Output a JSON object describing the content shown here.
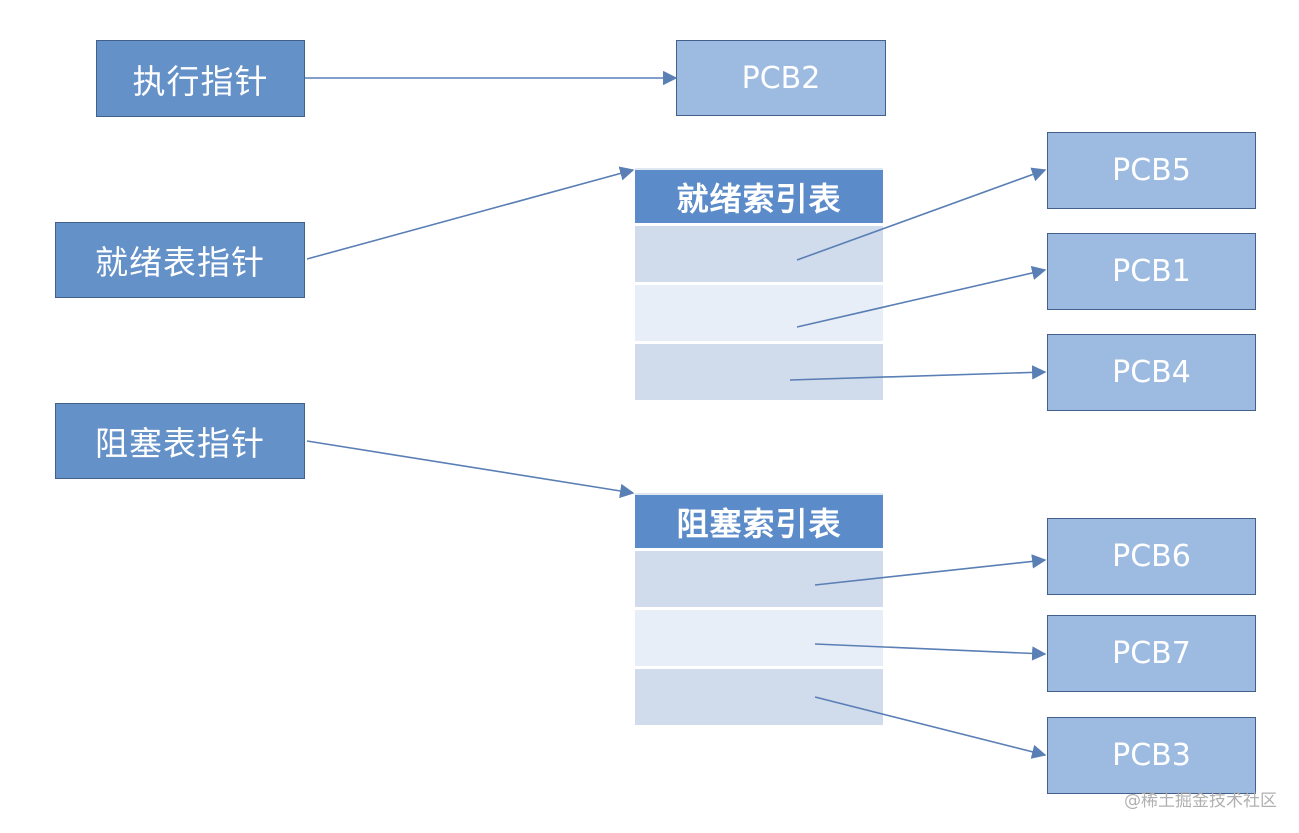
{
  "pointers": {
    "exec": "执行指针",
    "ready": "就绪表指针",
    "blocked": "阻塞表指针"
  },
  "tables": {
    "ready_title": "就绪索引表",
    "blocked_title": "阻塞索引表"
  },
  "pcbs": {
    "pcb2": "PCB2",
    "pcb5": "PCB5",
    "pcb1": "PCB1",
    "pcb4": "PCB4",
    "pcb6": "PCB6",
    "pcb7": "PCB7",
    "pcb3": "PCB3"
  },
  "watermark": "@稀土掘金技术社区",
  "colors": {
    "pointer_fill": "#6591c9",
    "pcb_fill": "#9dbbe1",
    "table_header": "#5c8bc9",
    "row_dark": "#d0dbec",
    "row_light": "#e8eef7",
    "arrow": "#5a7fb5"
  }
}
